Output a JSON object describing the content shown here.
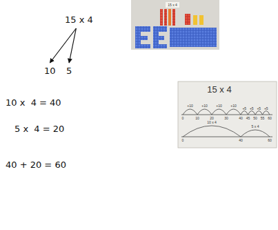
{
  "diagram": {
    "nodes": [
      {
        "text": [
          "15 x 4"
        ]
      },
      {
        "text": [
          "10"
        ]
      },
      {
        "text": [
          "5"
        ]
      }
    ],
    "edges": [
      {
        "from": 0,
        "to": 1,
        "arrow": "to"
      },
      {
        "from": 0,
        "to": 2,
        "arrow": "to"
      }
    ],
    "labels": [
      "10 x  4 = 40",
      "5 x  4 = 20",
      "40 + 20 = 60",
      "15 x 4",
      "15 x 4",
      "+10",
      "+10",
      "+10",
      "+10",
      "+5",
      "+5",
      "+5",
      "+5",
      "0",
      "10",
      "20",
      "30",
      "40",
      "45",
      "50",
      "55",
      "60",
      "10 x 4",
      "5 x 4",
      "0",
      "40",
      "60"
    ]
  }
}
